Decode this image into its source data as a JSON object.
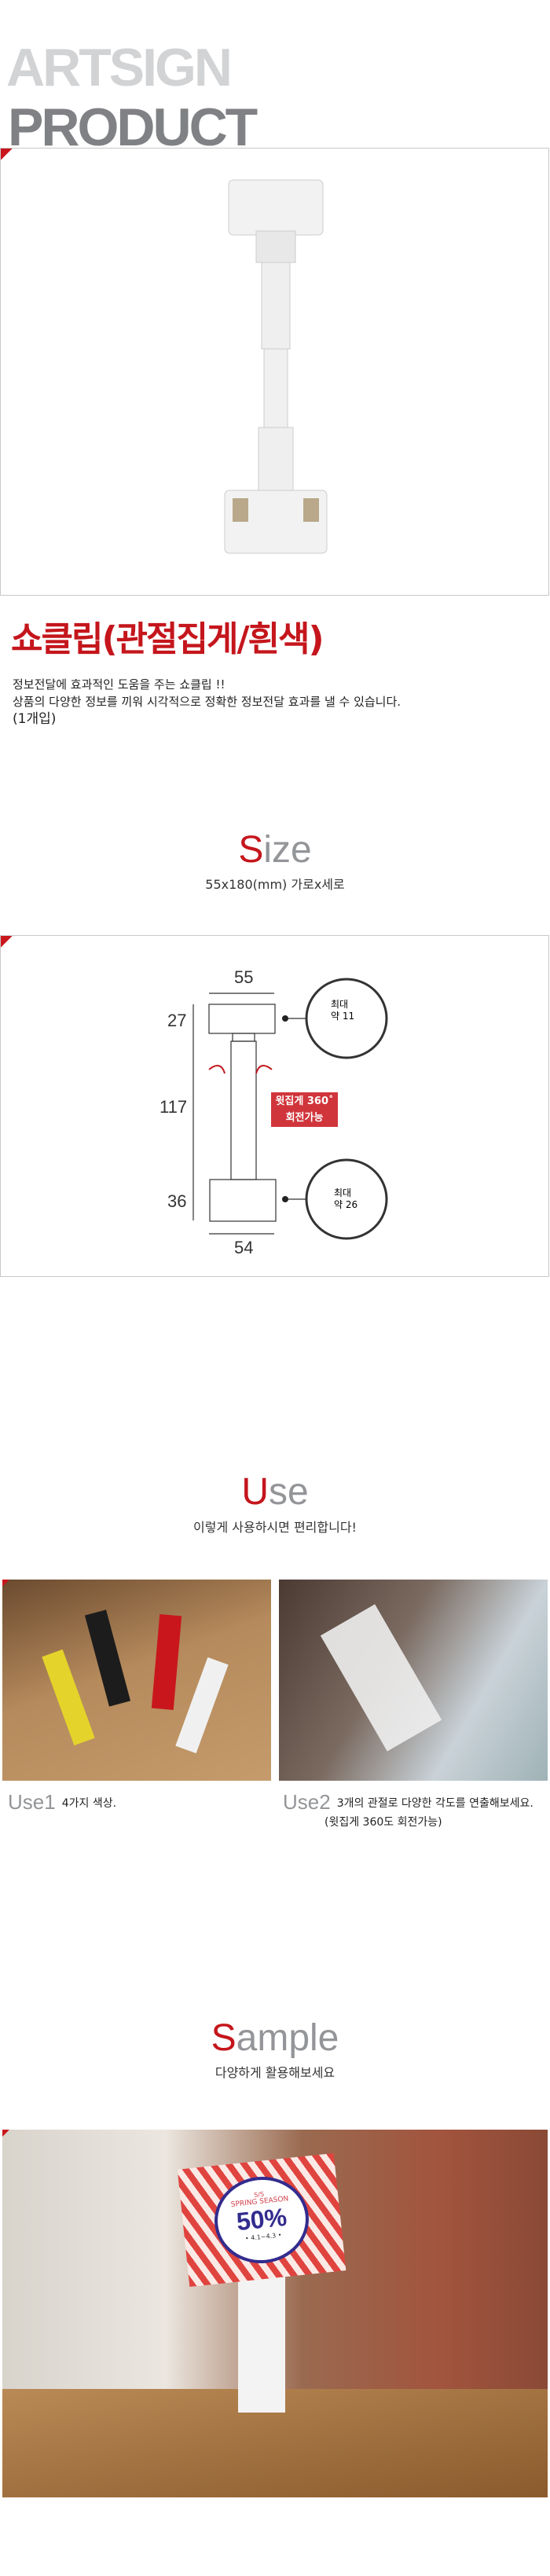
{
  "header": {
    "line1": "ARTSIGN",
    "line2": "PRODUCT"
  },
  "product": {
    "title": "쇼클립(관절집게/흰색)",
    "desc1": "정보전달에 효과적인 도움을 주는 쇼클립 !!",
    "desc2": "상품의 다양한 정보를 끼워 시각적으로 정확한 정보전달 효과를 낼 수 있습니다.",
    "desc3": "(1개입)"
  },
  "size": {
    "h_first": "S",
    "h_rest": "ize",
    "sub": "55x180(mm) 가로x세로",
    "dims": {
      "top_w": "55",
      "bottom_w": "54",
      "h_top": "27",
      "h_mid": "117",
      "h_bot": "36"
    },
    "callout1_a": "최대",
    "callout1_b": "약 11",
    "callout2_a": "최대",
    "callout2_b": "약 26",
    "rotate_a": "윗집게 360˚",
    "rotate_b": "회전가능"
  },
  "use": {
    "h_first": "U",
    "h_rest": "se",
    "sub": "이렇게 사용하시면 편리합니다!",
    "items": [
      {
        "label": "Use1",
        "text": "4가지 색상."
      },
      {
        "label": "Use2",
        "text": "3개의 관절로 다양한 각도를 연출해보세요.",
        "text2": "(윗집게 360도 회전가능)"
      }
    ]
  },
  "sample": {
    "h_first": "S",
    "h_rest": "ample",
    "sub": "다양하게 활용해보세요",
    "card": {
      "small": "S/S",
      "season": "SPRING SEASON",
      "big": "50%",
      "date": "• 4.1~4.3 •"
    }
  },
  "colors": {
    "accent": "#c4161c",
    "gray": "#939598"
  }
}
